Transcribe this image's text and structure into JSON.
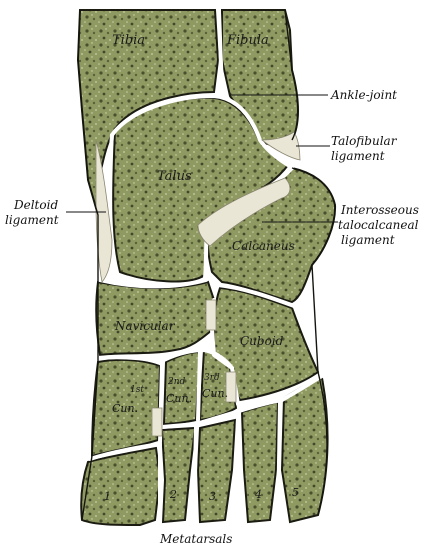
{
  "labels": {
    "ankle_joint": "Ankle-joint",
    "talofibular_1": "Talofibular",
    "talofibular_2": "ligament",
    "deltoid_1": "Deltoid",
    "deltoid_2": "ligament",
    "interosseous_1": "Interosseous",
    "interosseous_2": "talocalcaneal",
    "interosseous_3": "ligament",
    "metatarsals": "Metatarsals"
  },
  "bones": {
    "tibia": "Tibia",
    "fibula": "Fibula",
    "talus": "Talus",
    "calcaneus": "Calcaneus",
    "navicular": "Navicular",
    "cuboid": "Cuboid",
    "cun1_a": "1st",
    "cun1_b": "Cun.",
    "cun2_a": "2nd",
    "cun2_b": "Cun.",
    "cun3_a": "3rd",
    "cun3_b": "Cun.",
    "mt1": "1",
    "mt2": "2",
    "mt3": "3",
    "mt4": "4",
    "mt5": "5"
  },
  "colors": {
    "bone": "#8f9a62",
    "outline": "#1b1b12",
    "joint": "#ffffff"
  }
}
